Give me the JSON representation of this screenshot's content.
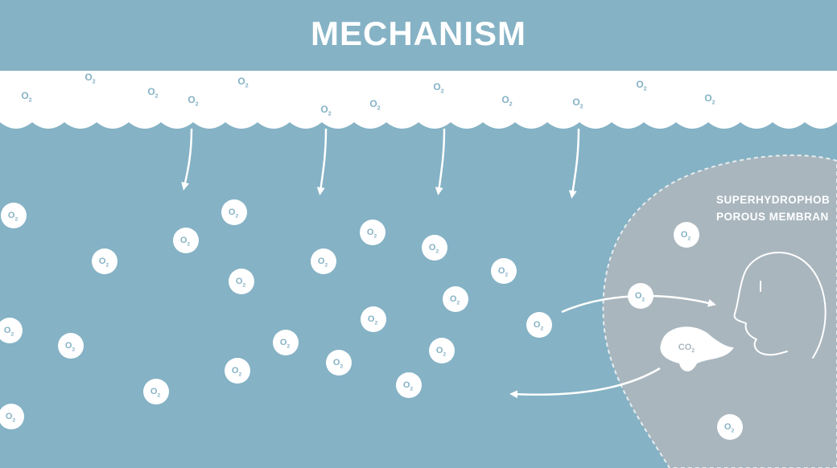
{
  "title": "MECHANISM",
  "molecule": {
    "main": "O",
    "sub": "2"
  },
  "co2": {
    "main": "CO",
    "sub": "2"
  },
  "membrane": {
    "line1": "SUPERHYDROPHOB",
    "line2": "POROUS MEMBRAN"
  },
  "colors": {
    "water": "#85b2c5",
    "air": "#ffffff",
    "membrane": "#a9b6be",
    "molecule": "#ffffff",
    "air_molecule_text": "#85b2c5"
  }
}
